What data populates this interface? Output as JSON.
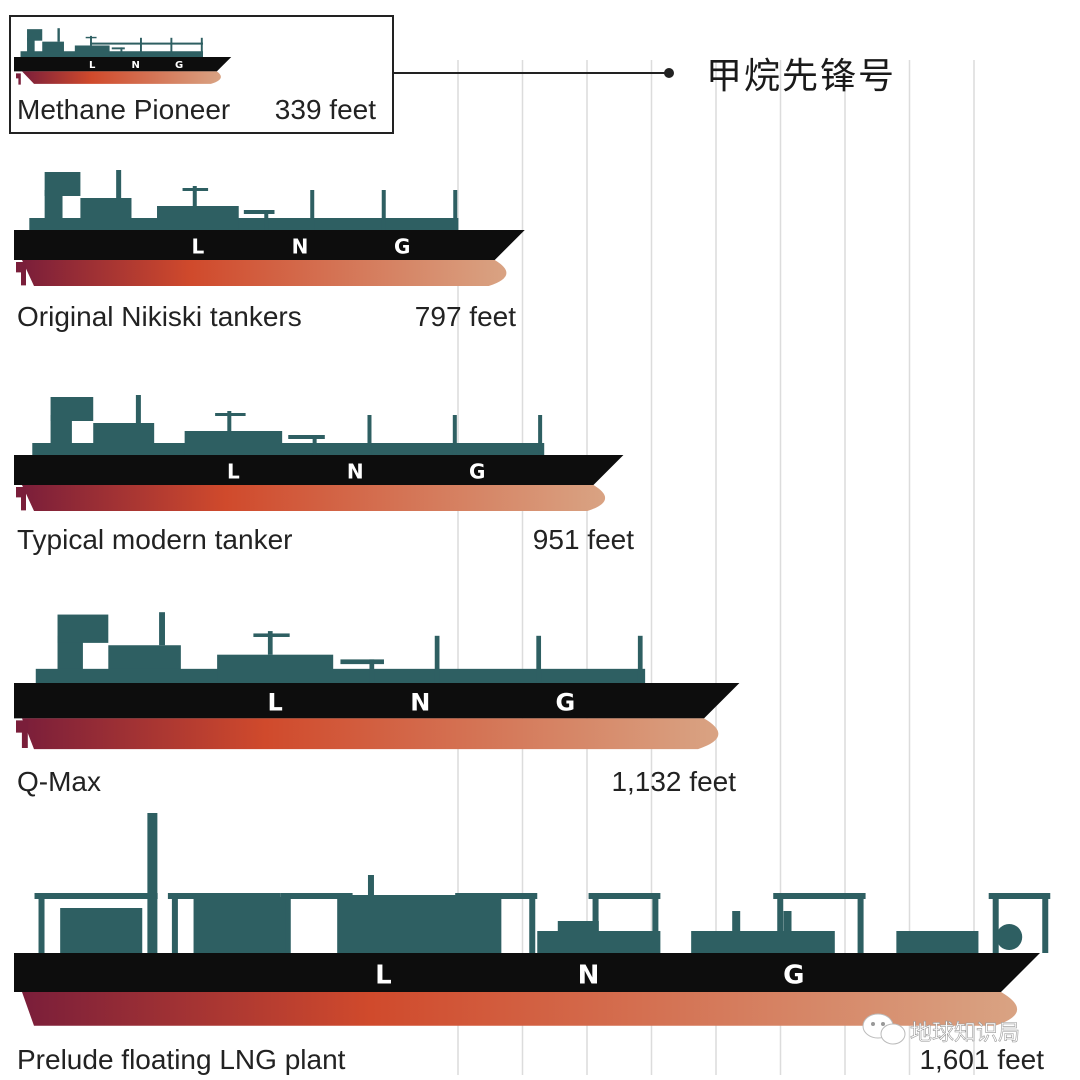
{
  "callout": {
    "label": "甲烷先锋号"
  },
  "watermark": {
    "text": "地球知识局"
  },
  "colors": {
    "superstructure": "#2e5f62",
    "hull": "#0d0d0d",
    "belly_dark": "#7a1e3a",
    "belly_mid": "#d04a2c",
    "belly_light": "#d9a383",
    "grid": "#dcdcdc",
    "text": "#222222"
  },
  "chart_data": {
    "type": "bar",
    "title": "",
    "xlabel": "",
    "ylabel": "",
    "unit": "feet",
    "categories": [
      "Methane Pioneer",
      "Original Nikiski tankers",
      "Typical modern tanker",
      "Q-Max",
      "Prelude floating LNG plant"
    ],
    "values": [
      339,
      797,
      951,
      1132,
      1601
    ],
    "labels": [
      "339 feet",
      "797 feet",
      "951 feet",
      "1,132 feet",
      "1,601 feet"
    ],
    "hull_text": [
      "L",
      "N",
      "G"
    ],
    "grid": true
  }
}
